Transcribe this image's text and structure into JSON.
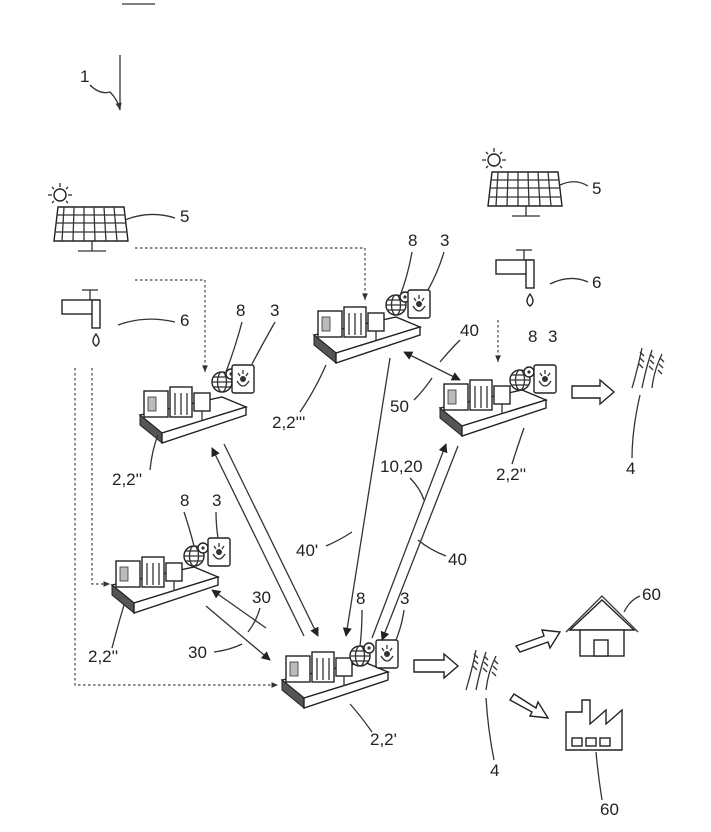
{
  "labels": {
    "system": "1",
    "solar": "5",
    "water": "6",
    "data_icon": "8",
    "app_icon": "3",
    "crop": "4",
    "house": "60",
    "factory": "60",
    "unit_top_left": "2,2''",
    "unit_mid_left": "2,2''",
    "unit_top_center": "2,2'''",
    "unit_right": "2,2''",
    "unit_main": "2,2'",
    "link_30_a": "30",
    "link_30_b": "30",
    "link_40_a": "40",
    "link_40_b": "40",
    "link_40_prime": "40'",
    "link_50": "50",
    "link_10_20": "10,20"
  }
}
